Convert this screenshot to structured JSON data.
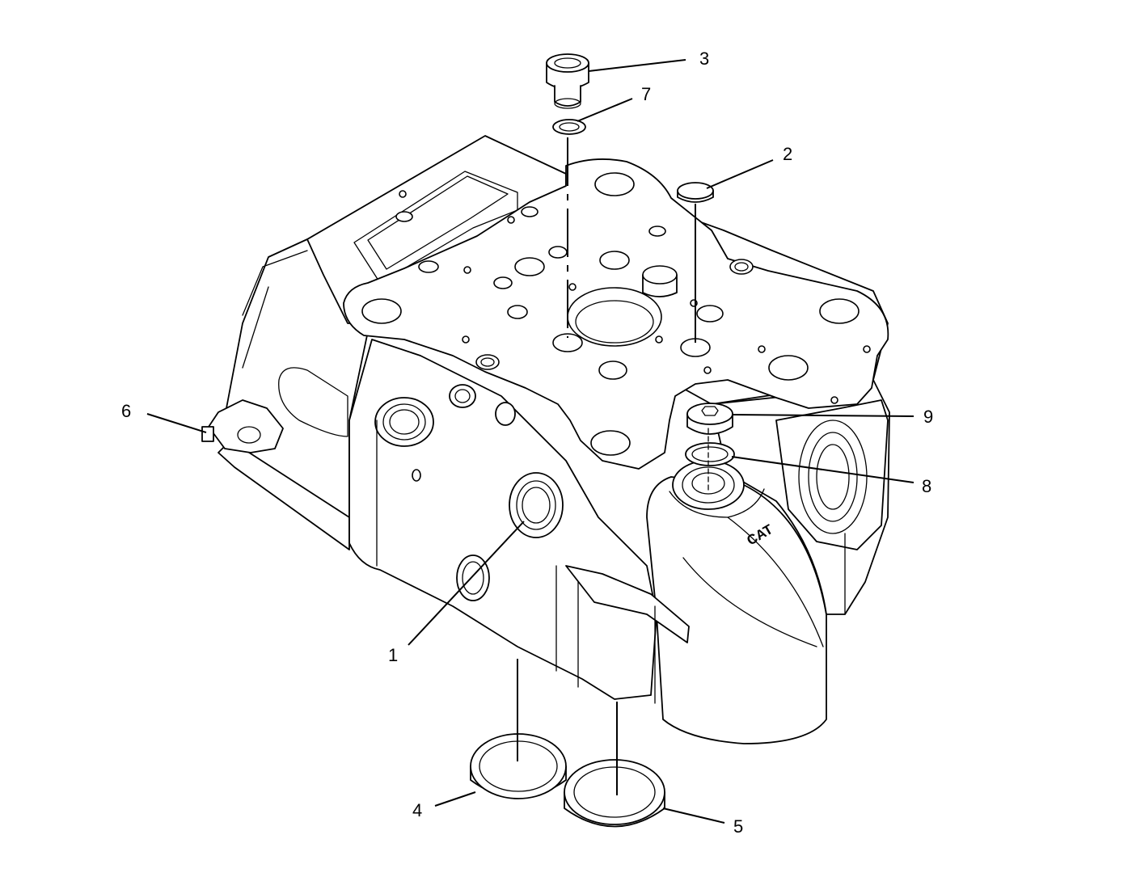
{
  "callouts": [
    {
      "id": "1",
      "label": "1"
    },
    {
      "id": "2",
      "label": "2"
    },
    {
      "id": "3",
      "label": "3"
    },
    {
      "id": "4",
      "label": "4"
    },
    {
      "id": "5",
      "label": "5"
    },
    {
      "id": "6",
      "label": "6"
    },
    {
      "id": "7",
      "label": "7"
    },
    {
      "id": "8",
      "label": "8"
    },
    {
      "id": "9",
      "label": "9"
    }
  ],
  "brand_mark": "CAT",
  "colors": {
    "line": "#000000",
    "background": "#ffffff"
  }
}
